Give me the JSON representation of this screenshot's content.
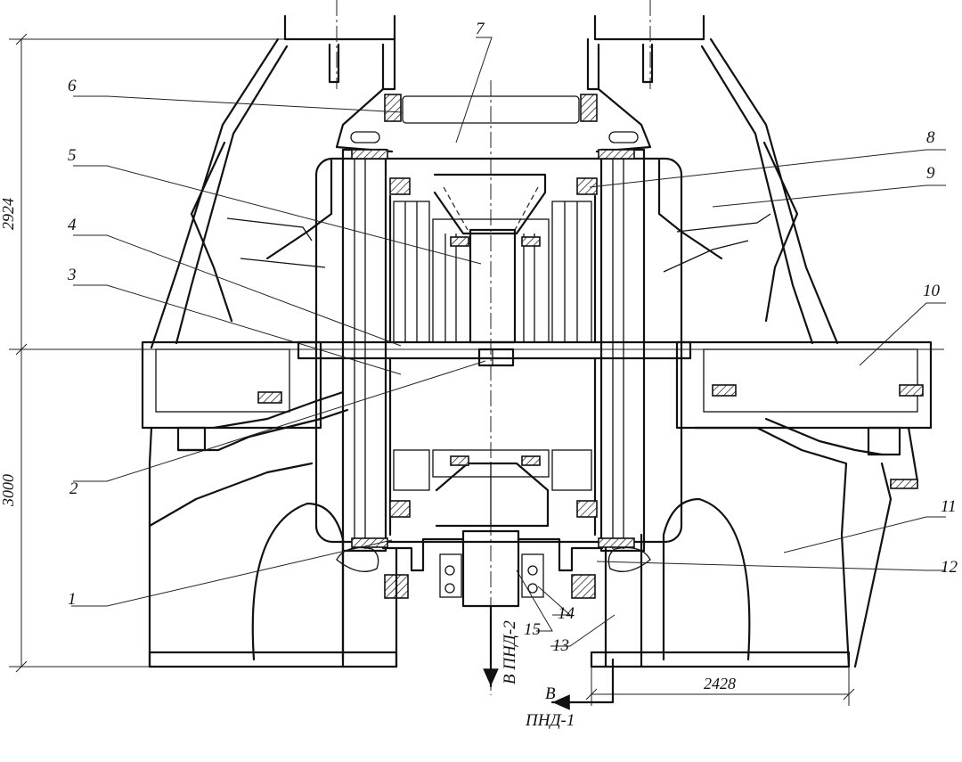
{
  "labels": {
    "l1": "1",
    "l2": "2",
    "l3": "3",
    "l4": "4",
    "l5": "5",
    "l6": "6",
    "l7": "7",
    "l8": "8",
    "l9": "9",
    "l10": "10",
    "l11": "11",
    "l12": "12",
    "l13": "13",
    "l14": "14",
    "l15": "15"
  },
  "dimensions": {
    "upper_height": "2924",
    "lower_height": "3000",
    "half_width": "2428"
  },
  "outlets": {
    "to_lpb2": "В ПНД-2",
    "to_lpb1_prefix": "В",
    "to_lpb1": "ПНД-1"
  }
}
